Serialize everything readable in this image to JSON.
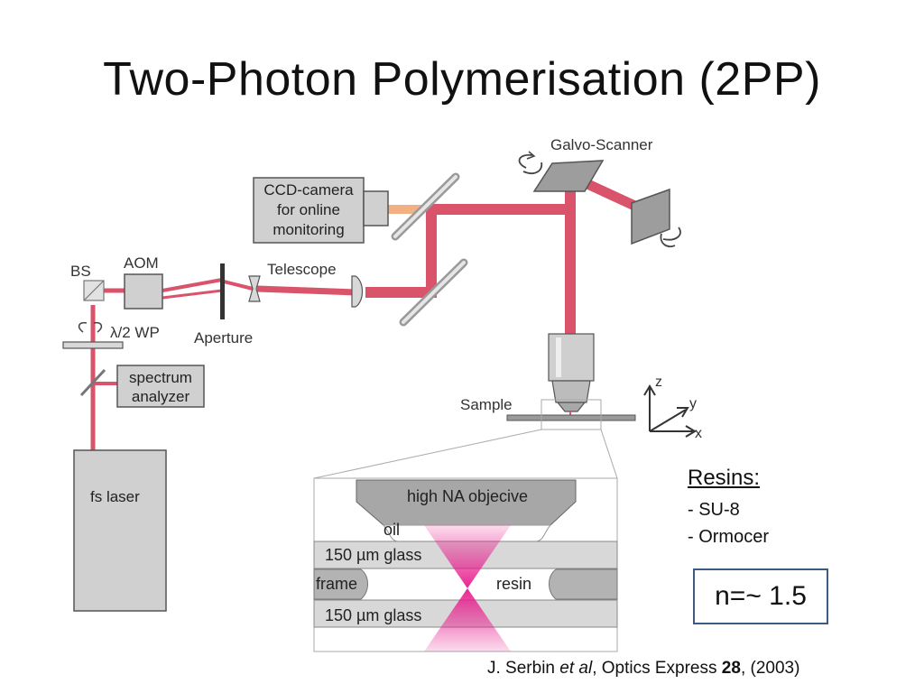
{
  "title": "Two-Photon Polymerisation (2PP)",
  "labels": {
    "galvo_scanner": "Galvo-Scanner",
    "ccd_line1": "CCD-camera",
    "ccd_line2": "for online",
    "ccd_line3": "monitoring",
    "bs": "BS",
    "aom": "AOM",
    "telescope": "Telescope",
    "waveplate": "λ/2 WP",
    "aperture": "Aperture",
    "spectrum_line1": "spectrum",
    "spectrum_line2": "analyzer",
    "sample": "Sample",
    "fs_laser": "fs laser",
    "axis_x": "x",
    "axis_y": "y",
    "axis_z": "z"
  },
  "inset": {
    "objective": "high NA objecive",
    "oil": "oil",
    "glass_top": "150 µm glass",
    "frame": "frame",
    "resin": "resin",
    "glass_bottom": "150 µm glass"
  },
  "resins": {
    "heading": "Resins:",
    "items": [
      "- SU-8",
      "- Ormocer"
    ]
  },
  "refractive_index": "n=~ 1.5",
  "citation": {
    "author": "J. Serbin ",
    "etal": "et al",
    "journal": ", Optics Express ",
    "volume": "28",
    "year": ", (2003)"
  },
  "colors": {
    "beam": "#d9536b",
    "camera_beam": "#f3b183",
    "focus": "#e8198c",
    "box_fill": "#d0d0d0",
    "nbox_border": "#3d5a80"
  }
}
